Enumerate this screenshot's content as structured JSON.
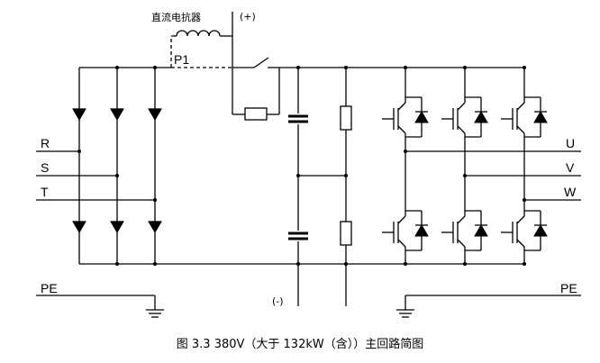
{
  "labels": {
    "reactor": "直流电抗器",
    "p1": "P1",
    "plus": "(+)",
    "minus": "(-)",
    "r": "R",
    "s": "S",
    "t": "T",
    "u": "U",
    "v": "V",
    "w": "W",
    "pe_left": "PE",
    "pe_right": "PE"
  },
  "caption": "图 3.3 380V（大于 132kW（含））主回路简图"
}
